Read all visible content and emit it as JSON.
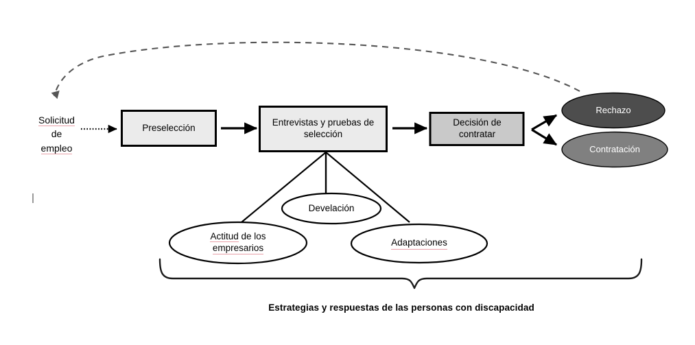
{
  "diagram": {
    "title_caption": "Estrategias y respuestas de las personas con discapacidad",
    "colors": {
      "box_light_fill": "#ebebeb",
      "box_mid_fill": "#c9c9c9",
      "ellipse_dark_fill": "#4d4d4d",
      "ellipse_mid_fill": "#808080",
      "stroke": "#000000",
      "feedback_arrow": "#555555",
      "spellcheck_underline": "#e8a0a8"
    },
    "start_label": {
      "line1": "Solicitud",
      "line2": "de",
      "line3": "empleo"
    },
    "process_boxes": [
      {
        "id": "preseleccion",
        "line1": "Preselección",
        "line2": "",
        "fill": "#ebebeb"
      },
      {
        "id": "entrevistas",
        "line1": "Entrevistas y pruebas de",
        "line2": "selección",
        "fill": "#ebebeb"
      },
      {
        "id": "decision",
        "line1": "Decisión de",
        "line2": "contratar",
        "fill": "#c9c9c9"
      }
    ],
    "outcomes": [
      {
        "id": "rechazo",
        "label": "Rechazo",
        "fill": "#4d4d4d"
      },
      {
        "id": "contratacion",
        "label": "Contratación",
        "fill": "#808080"
      }
    ],
    "strategy_ellipses": [
      {
        "id": "develacion",
        "line1": "Develación",
        "line2": ""
      },
      {
        "id": "actitud",
        "line1": "Actitud de los",
        "line2": "empresarios"
      },
      {
        "id": "adaptaciones",
        "line1": "Adaptaciones",
        "line2": ""
      }
    ],
    "connectors": [
      {
        "id": "solicitud-to-preseleccion",
        "style": "dotted-arrow"
      },
      {
        "id": "preseleccion-to-entrevistas",
        "style": "solid-arrow"
      },
      {
        "id": "entrevistas-to-decision",
        "style": "solid-arrow"
      },
      {
        "id": "decision-to-rechazo",
        "style": "solid-arrow"
      },
      {
        "id": "decision-to-contratacion",
        "style": "solid-arrow"
      },
      {
        "id": "rechazo-to-solicitud-feedback",
        "style": "dashed-curve-arrow"
      },
      {
        "id": "entrevistas-to-strategies",
        "style": "fan-lines"
      },
      {
        "id": "strategies-brace",
        "style": "curly-brace"
      }
    ]
  }
}
